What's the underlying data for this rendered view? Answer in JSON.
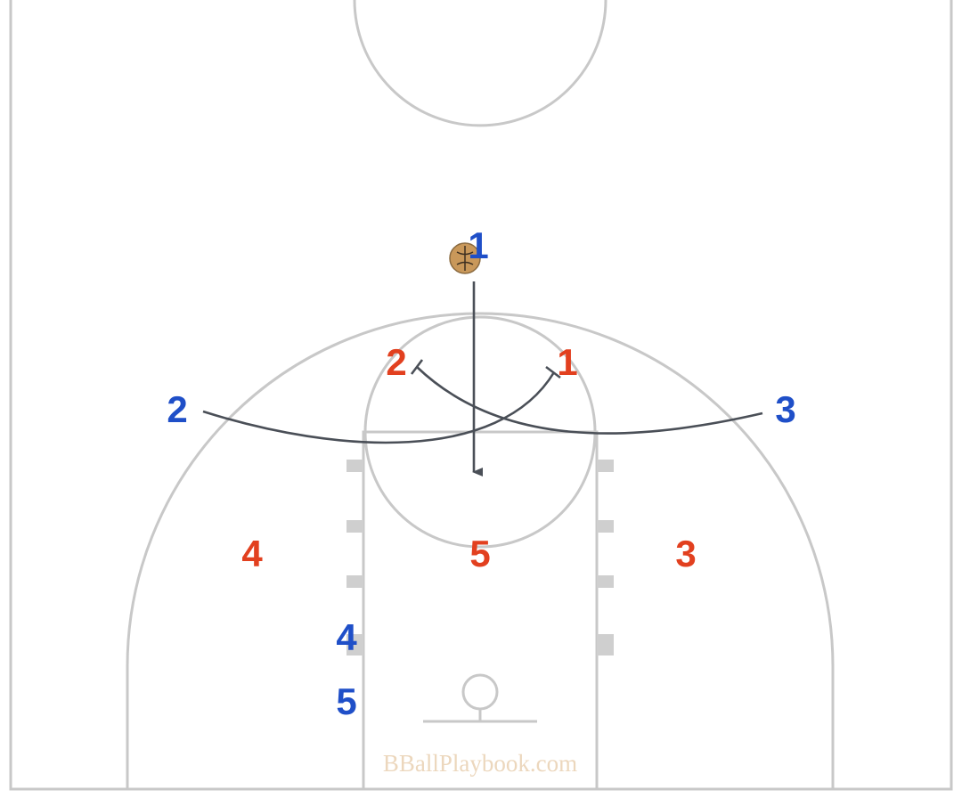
{
  "colors": {
    "offense": "#1f4fc8",
    "defense": "#e2401f",
    "court_lines": "#c8c8c8",
    "movement": "#4a4f57",
    "ball": "#c9985a",
    "watermark": "#ecd7bd"
  },
  "offense": {
    "p1": "1",
    "p2": "2",
    "p3": "3",
    "p4": "4",
    "p5": "5"
  },
  "defense": {
    "p1": "1",
    "p2": "2",
    "p3": "3",
    "p4": "4",
    "p5": "5"
  },
  "ball": {
    "icon": "basketball-icon"
  },
  "watermark": "BBallPlaybook.com"
}
